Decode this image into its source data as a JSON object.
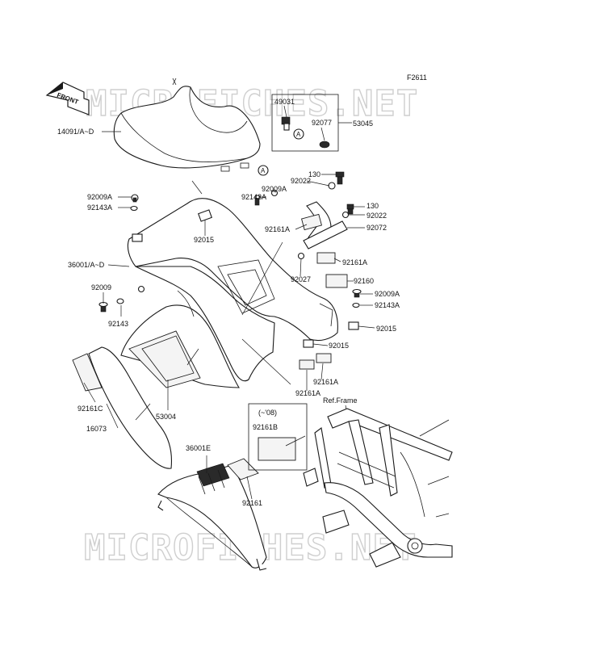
{
  "figure_code": "F2611",
  "front_arrow_label": "FRONT",
  "watermark_top": "MICROFICHES.NET",
  "watermark_bottom": "MICROFICHES.NET",
  "inset_top": {
    "ref": "A",
    "label_49031": "49031",
    "label_92077": "92077",
    "label_53045": "53045"
  },
  "inset_bottom": {
    "note": "(~'08)",
    "part": "92161B"
  },
  "ref_frame": "Ref.Frame",
  "callout_a": "A",
  "parts": {
    "p14091": "14091/A~D",
    "p92009a_l": "92009A",
    "p92143a_l": "92143A",
    "p92015_l": "92015",
    "p36001": "36001/A~D",
    "p92009": "92009",
    "p92143": "92143",
    "p92161c": "92161C",
    "p16073": "16073",
    "p53004": "53004",
    "p92009a_m": "92009A",
    "p92143a_m": "92143A",
    "p130_a": "130",
    "p92022_a": "92022",
    "p130_b": "130",
    "p92022_b": "92022",
    "p92072": "92072",
    "p92161a_1": "92161A",
    "p92161a_2": "92161A",
    "p92027": "92027",
    "p92160": "92160",
    "p92009a_r": "92009A",
    "p92143a_r": "92143A",
    "p92015_r": "92015",
    "p92015_b": "92015",
    "p92161a_3": "92161A",
    "p92161a_4": "92161A",
    "p36001e": "36001E",
    "p92161": "92161"
  }
}
